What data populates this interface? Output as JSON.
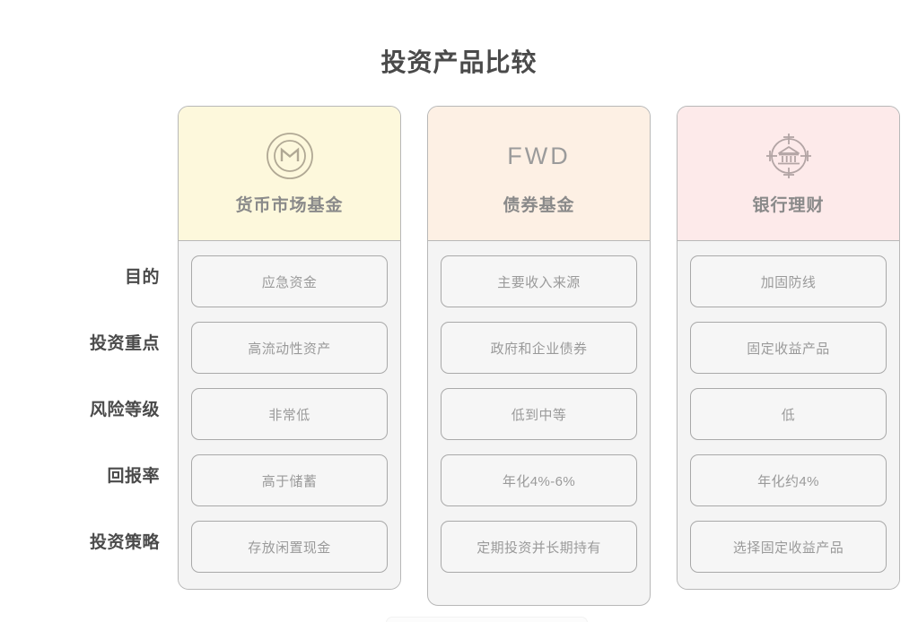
{
  "page": {
    "title": "投资产品比较",
    "background_color": "#ffffff"
  },
  "row_labels": [
    {
      "label": "目的"
    },
    {
      "label": "投资重点"
    },
    {
      "label": "风险等级"
    },
    {
      "label": "回报率"
    },
    {
      "label": "投资策略"
    }
  ],
  "columns": [
    {
      "id": "money-market-fund",
      "title": "货币市场基金",
      "icon": "coin-m-icon",
      "icon_kind": "svg",
      "header_color": "#fdf8dc",
      "cells": [
        "应急资金",
        "高流动性资产",
        "非常低",
        "高于储蓄",
        "存放闲置现金"
      ]
    },
    {
      "id": "bond-fund",
      "title": "债券基金",
      "icon": "fwd-wordmark-icon",
      "icon_kind": "text",
      "icon_text": "FWD",
      "header_color": "#fdf0e4",
      "cells": [
        "主要收入来源",
        "政府和企业债券",
        "低到中等",
        "年化4%-6%",
        "定期投资并长期持有"
      ]
    },
    {
      "id": "bank-wealth-management",
      "title": "银行理财",
      "icon": "bank-target-icon",
      "icon_kind": "svg",
      "header_color": "#fdeaea",
      "cells": [
        "加固防线",
        "固定收益产品",
        "低",
        "年化约4%",
        "选择固定收益产品"
      ]
    }
  ],
  "colors": {
    "title_text": "#4a4a4a",
    "label_text": "#4a4a4a",
    "cell_text": "#9a9a9a",
    "card_border": "#b8b8b8",
    "cell_border": "#a9a9a9",
    "card_body_bg": "#f4f4f4",
    "icon_stroke": "#b0a894"
  }
}
